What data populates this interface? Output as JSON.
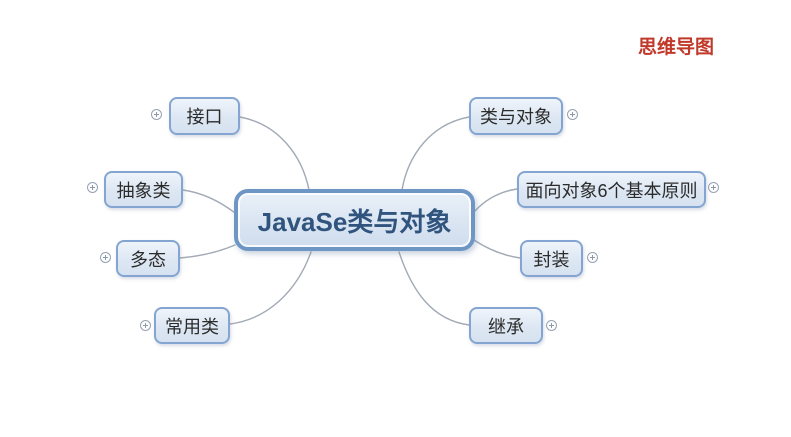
{
  "page": {
    "note": "思维导图",
    "note_color": "#c0392b",
    "background": "#ffffff"
  },
  "mindmap": {
    "root": {
      "label": "JavaSe类与对象"
    },
    "branches_left": [
      {
        "label": "接口"
      },
      {
        "label": "抽象类"
      },
      {
        "label": "多态"
      },
      {
        "label": "常用类"
      }
    ],
    "branches_right": [
      {
        "label": "类与对象"
      },
      {
        "label": "面向对象6个基本原则"
      },
      {
        "label": "封装"
      },
      {
        "label": "继承"
      }
    ],
    "expand_icon": "circled-plus",
    "colors": {
      "central_border": "#6d96c5",
      "central_fill": "#dce7f3",
      "central_text": "#30547e",
      "branch_border": "#84a5d1",
      "branch_fill": "#e2eaf5",
      "branch_text": "#2b2b2b",
      "connector": "#a2aab6",
      "note_red": "#c0392b"
    }
  }
}
